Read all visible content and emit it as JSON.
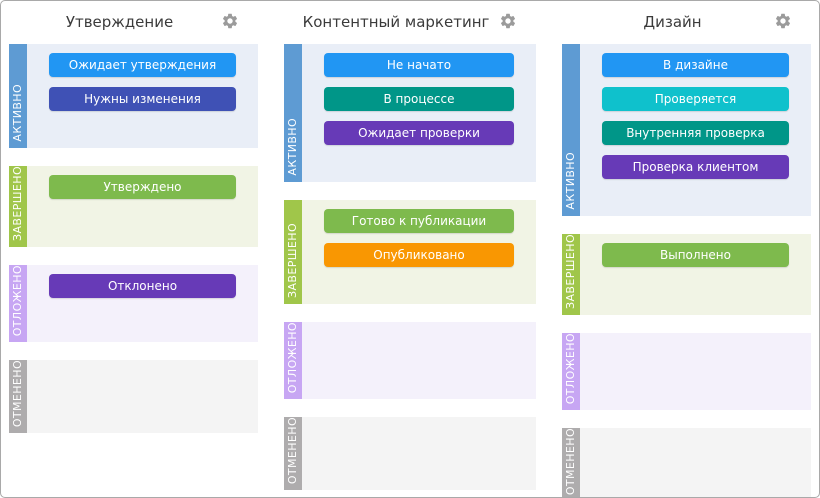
{
  "board": {
    "gear_icon": "settings-gear",
    "panel_colors": {
      "active": "#E9EEF7",
      "completed": "#F1F4E5",
      "deferred": "#F4F1FB",
      "cancelled": "#F4F4F4"
    },
    "columns": [
      {
        "title": "Утверждение",
        "sections": [
          {
            "label": "АКТИВНО",
            "type": "active",
            "tab_color": "#5E9BD3",
            "statuses": [
              {
                "label": "Ожидает утверждения",
                "color": "#2196F3"
              },
              {
                "label": "Нужны изменения",
                "color": "#3F51B5"
              }
            ]
          },
          {
            "label": "ЗАВЕРШЕНО",
            "type": "completed",
            "tab_color": "#A0C64A",
            "statuses": [
              {
                "label": "Утверждено",
                "color": "#7EBA4D"
              }
            ]
          },
          {
            "label": "ОТЛОЖЕНО",
            "type": "deferred",
            "tab_color": "#C7A6F3",
            "statuses": [
              {
                "label": "Отклонено",
                "color": "#673AB7"
              }
            ]
          },
          {
            "label": "ОТМЕНЕНО",
            "type": "cancelled",
            "tab_color": "#AEACAD",
            "statuses": []
          }
        ]
      },
      {
        "title": "Контентный маркетинг",
        "sections": [
          {
            "label": "АКТИВНО",
            "type": "active",
            "tab_color": "#5E9BD3",
            "statuses": [
              {
                "label": "Не начато",
                "color": "#2196F3"
              },
              {
                "label": "В процессе",
                "color": "#009688"
              },
              {
                "label": "Ожидает проверки",
                "color": "#673AB7"
              }
            ]
          },
          {
            "label": "ЗАВЕРШЕНО",
            "type": "completed",
            "tab_color": "#A0C64A",
            "statuses": [
              {
                "label": "Готово к публикации",
                "color": "#7EBA4D"
              },
              {
                "label": "Опубликовано",
                "color": "#F99702"
              }
            ]
          },
          {
            "label": "ОТЛОЖЕНО",
            "type": "deferred",
            "tab_color": "#C7A6F3",
            "statuses": []
          },
          {
            "label": "ОТМЕНЕНО",
            "type": "cancelled",
            "tab_color": "#AEACAD",
            "statuses": []
          }
        ]
      },
      {
        "title": "Дизайн",
        "sections": [
          {
            "label": "АКТИВНО",
            "type": "active",
            "tab_color": "#5E9BD3",
            "statuses": [
              {
                "label": "В дизайне",
                "color": "#2196F3"
              },
              {
                "label": "Проверяется",
                "color": "#0FC1CC"
              },
              {
                "label": "Внутренняя проверка",
                "color": "#009688"
              },
              {
                "label": "Проверка клиентом",
                "color": "#673AB7"
              }
            ]
          },
          {
            "label": "ЗАВЕРШЕНО",
            "type": "completed",
            "tab_color": "#A0C64A",
            "statuses": [
              {
                "label": "Выполнено",
                "color": "#7EBA4D"
              }
            ]
          },
          {
            "label": "ОТЛОЖЕНО",
            "type": "deferred",
            "tab_color": "#C7A6F3",
            "statuses": []
          },
          {
            "label": "ОТМЕНЕНО",
            "type": "cancelled",
            "tab_color": "#AEACAD",
            "statuses": []
          }
        ]
      }
    ]
  }
}
